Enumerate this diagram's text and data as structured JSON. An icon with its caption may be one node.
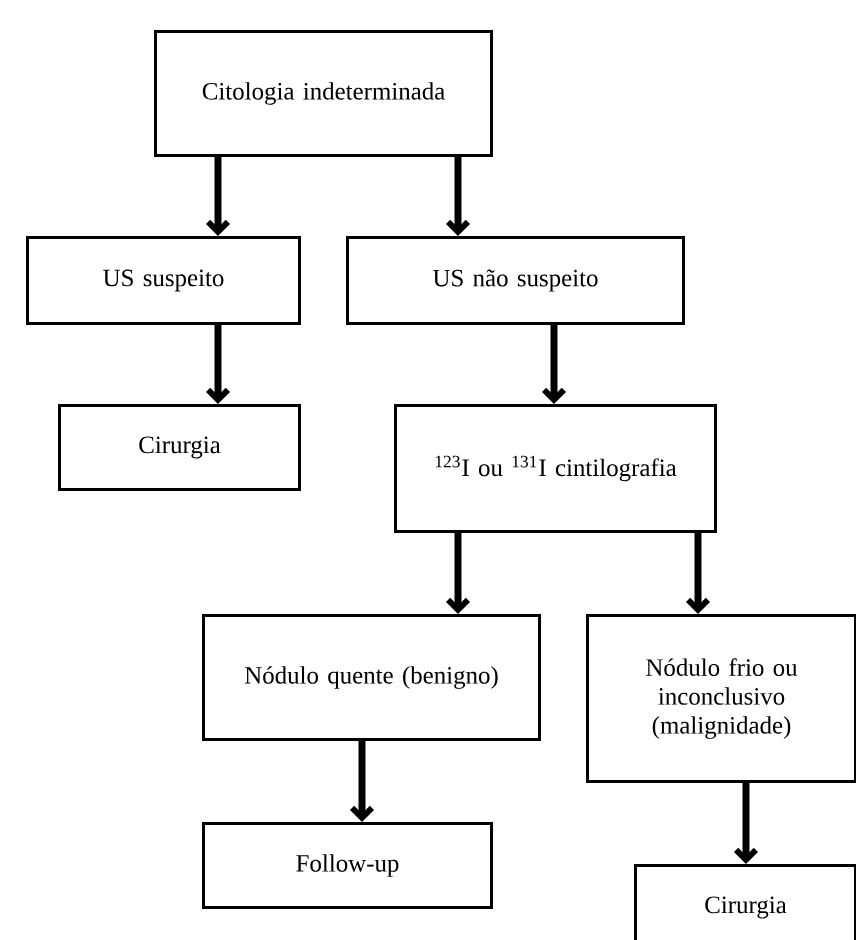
{
  "diagram": {
    "nodes": [
      {
        "text": [
          "Citologia indeterminada"
        ]
      },
      {
        "text": [
          "US suspeito"
        ]
      },
      {
        "text": [
          "US não suspeito"
        ]
      },
      {
        "text": [
          "Cirurgia"
        ]
      },
      {
        "text": [
          "$^{123}$I ou $^{131}$I cintilografia"
        ]
      },
      {
        "text": [
          "Nódulo quente (benigno)"
        ]
      },
      {
        "text": [
          "Nódulo frio ou inconclusivo (malignidade)"
        ]
      },
      {
        "text": [
          "Follow-up"
        ]
      },
      {
        "text": [
          "Cirurgia"
        ]
      }
    ],
    "edges": [
      {
        "from": 0,
        "to": 1,
        "arrow": "to"
      },
      {
        "from": 0,
        "to": 2,
        "arrow": "to"
      },
      {
        "from": 1,
        "to": 3,
        "arrow": "to"
      },
      {
        "from": 2,
        "to": 4,
        "arrow": "to"
      },
      {
        "from": 4,
        "to": 5,
        "arrow": "to"
      },
      {
        "from": 4,
        "to": 6,
        "arrow": "to"
      },
      {
        "from": 5,
        "to": 7,
        "arrow": "to"
      },
      {
        "from": 6,
        "to": 8,
        "arrow": "to"
      }
    ]
  }
}
